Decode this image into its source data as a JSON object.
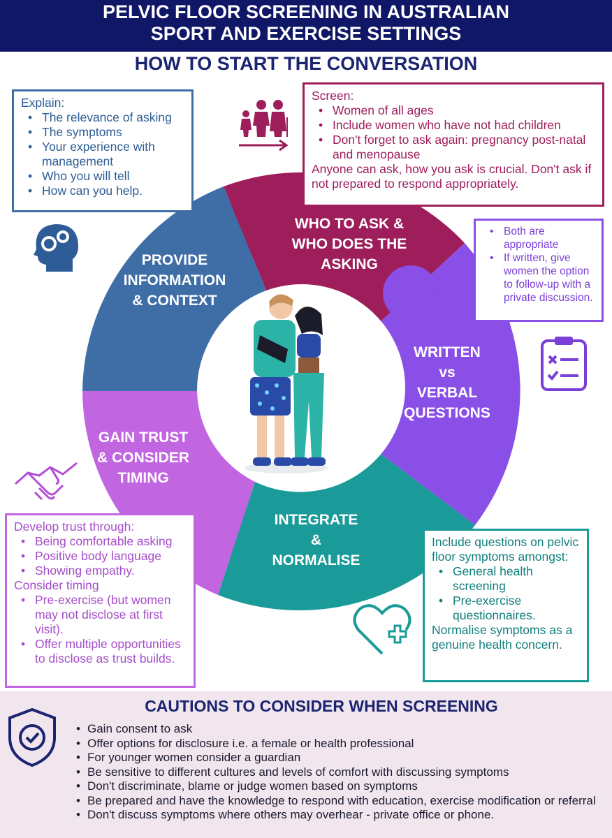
{
  "header": {
    "title_line1": "PELVIC FLOOR SCREENING IN AUSTRALIAN",
    "title_line2": "SPORT AND EXERCISE SETTINGS",
    "subtitle": "HOW TO START THE CONVERSATION"
  },
  "explain": {
    "heading": "Explain:",
    "items": [
      "The relevance of asking",
      "The symptoms",
      "Your experience with management",
      "Who you will tell",
      "How can you help."
    ]
  },
  "screen": {
    "heading": "Screen:",
    "items": [
      "Women of all ages",
      "Include women who have not had children",
      "Don't forget to ask again: pregnancy post-natal and menopause"
    ],
    "note": "Anyone can ask, how you ask is crucial. Don't ask if not prepared to respond appropriately."
  },
  "written_box": {
    "items": [
      "Both are appropriate",
      "If written, give women the option to follow-up with a private discussion."
    ]
  },
  "trust_box": {
    "heading1": "Develop trust through:",
    "items1": [
      "Being comfortable asking",
      "Positive body language",
      "Showing empathy."
    ],
    "heading2": "Consider timing",
    "items2": [
      "Pre-exercise (but women may not disclose at first visit).",
      "Offer multiple opportunities to disclose as trust builds."
    ]
  },
  "integrate_box": {
    "heading": "Include questions on pelvic floor symptoms amongst:",
    "items": [
      "General health screening",
      "Pre-exercise questionnaires."
    ],
    "note": "Normalise symptoms as a genuine health concern."
  },
  "segments": {
    "provide": [
      "PROVIDE",
      "INFORMATION",
      "& CONTEXT"
    ],
    "who": [
      "WHO TO ASK &",
      "WHO DOES THE",
      "ASKING"
    ],
    "written": [
      "WRITTEN",
      "vs",
      "VERBAL",
      "QUESTIONS"
    ],
    "gain": [
      "GAIN TRUST",
      "& CONSIDER",
      "TIMING"
    ],
    "integrate": [
      "INTEGRATE",
      "&",
      "NORMALISE"
    ]
  },
  "colors": {
    "navy": "#0f1766",
    "blue": "#3f6ea7",
    "magenta": "#9e1d5b",
    "purple": "#8a4fe6",
    "lilac": "#c166e0",
    "teal": "#1a9a98"
  },
  "icons": [
    "family-icon",
    "head-gears-icon",
    "checklist-icon",
    "handshake-icon",
    "heart-cross-icon",
    "shield-check-icon",
    "couple-illustration"
  ],
  "cautions": {
    "title": "CAUTIONS TO CONSIDER WHEN SCREENING",
    "items": [
      "Gain consent to ask",
      "Offer options for disclosure i.e. a female or health professional",
      "For younger women consider a guardian",
      "Be sensitive to different cultures and levels of comfort with discussing symptoms",
      "Don't discriminate, blame or judge women based on symptoms",
      "Be prepared and have the knowledge to respond with education, exercise modification or referral",
      "Don't discuss symptoms where others may overhear - private office or phone."
    ]
  }
}
